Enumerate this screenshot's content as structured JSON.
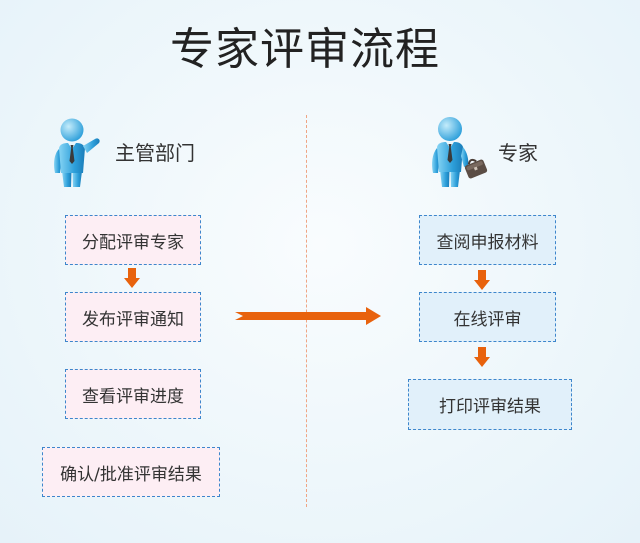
{
  "title": "专家评审流程",
  "colors": {
    "accent": "#e8620d",
    "box_border": "#3d86cc",
    "left_box_fill": "#fdeef4",
    "right_box_fill": "#e1f0fa",
    "divider": "#efa584",
    "person": "#2d9fda"
  },
  "left_lane": {
    "role": "主管部门",
    "icon": "manager-person-icon",
    "steps": [
      "分配评审专家",
      "发布评审通知",
      "查看评审进度",
      "确认/批准评审结果"
    ]
  },
  "right_lane": {
    "role": "专家",
    "icon": "expert-person-icon",
    "steps": [
      "查阅申报材料",
      "在线评审",
      "打印评审结果"
    ]
  },
  "connectors": {
    "handoff": "arrow-right-icon",
    "step": "arrow-down-icon"
  }
}
